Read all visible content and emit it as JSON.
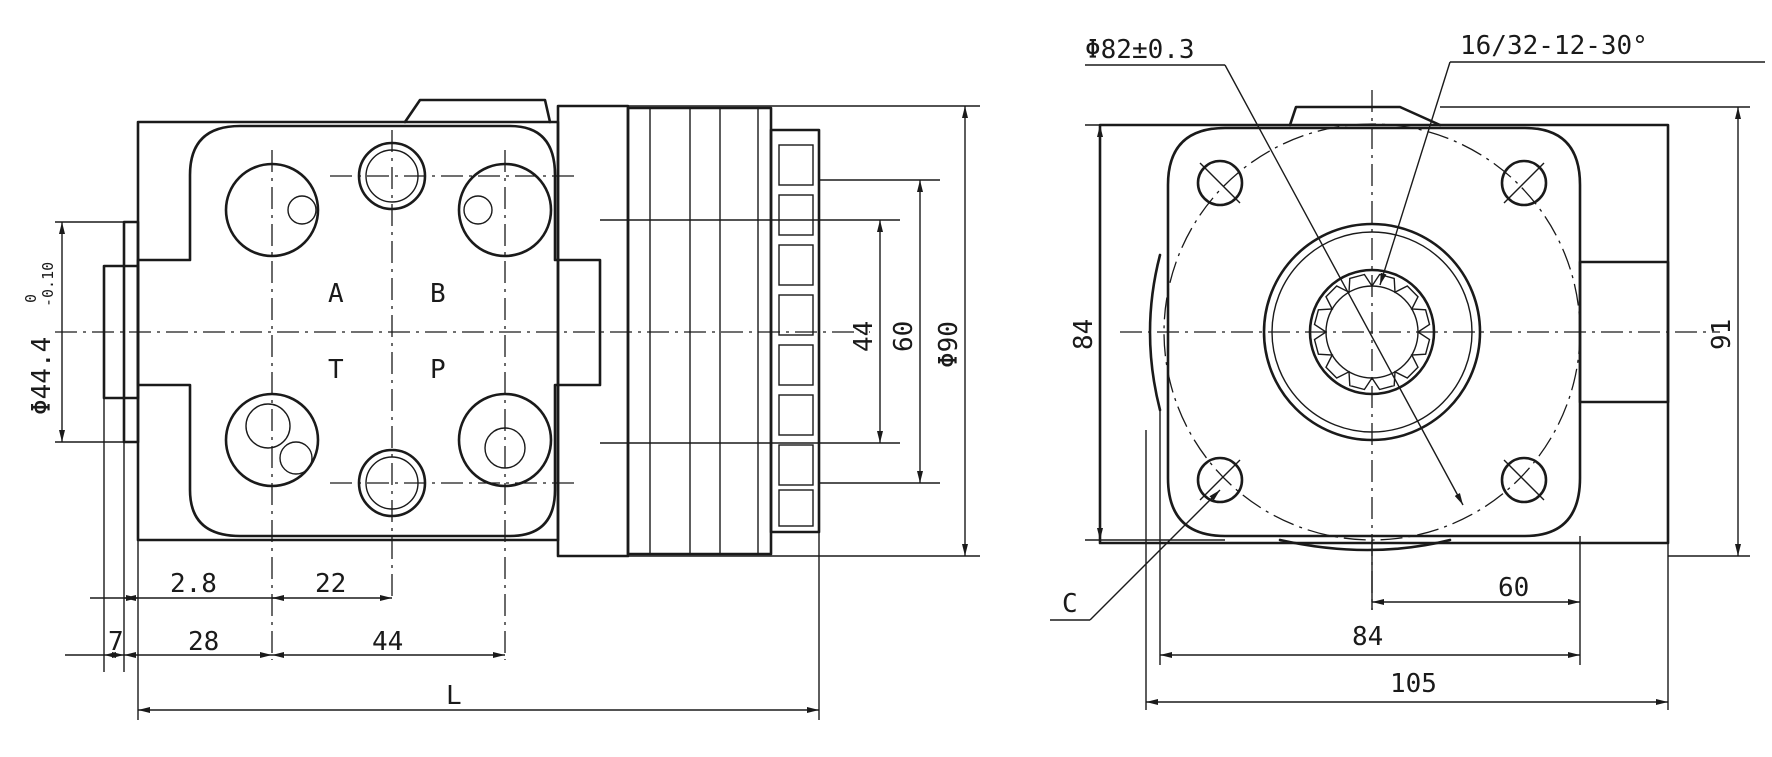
{
  "front_view": {
    "port_labels": {
      "a": "A",
      "b": "B",
      "t": "T",
      "p": "P"
    },
    "dims": {
      "pilot_dia_main": "Φ44.4",
      "pilot_dia_upper": "0",
      "pilot_dia_lower": "-0.10",
      "d_2_8": "2.8",
      "d_22": "22",
      "d_7": "7",
      "d_28": "28",
      "d_44_h": "44",
      "d_l": "L",
      "d_44_v": "44",
      "d_60_v": "60",
      "d_phi90": "Φ90"
    }
  },
  "side_view": {
    "dims": {
      "bolt_circle": "Φ82±0.3",
      "spline": "16/32-12-30°",
      "d_84_v": "84",
      "d_91": "91",
      "d_60_h": "60",
      "d_84_h": "84",
      "d_105": "105",
      "c_label": "C"
    }
  }
}
